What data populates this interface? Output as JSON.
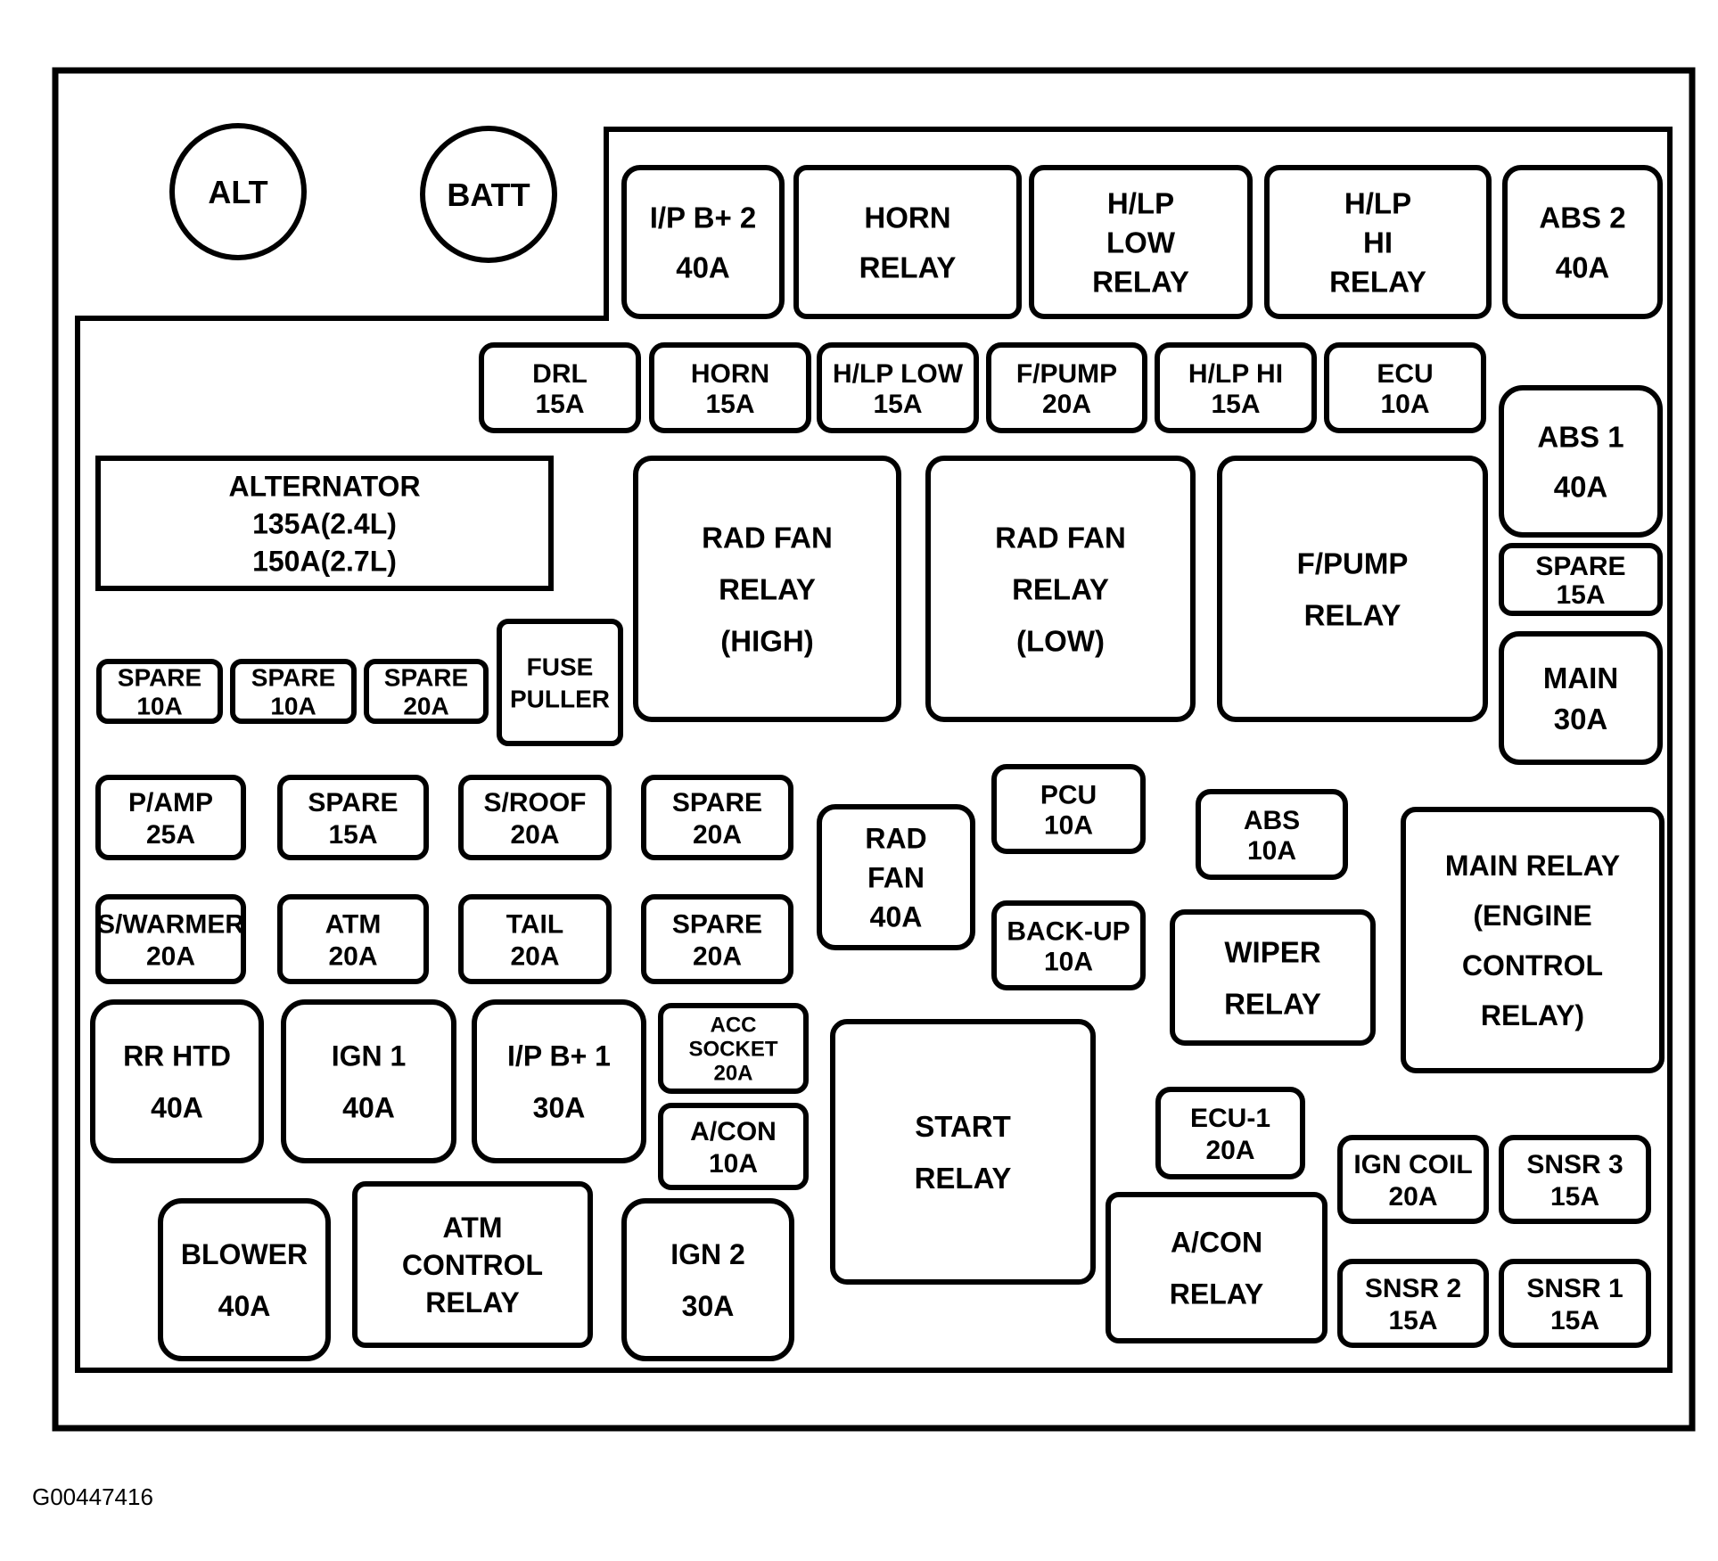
{
  "figure_id": "G00447416",
  "terminals": [
    {
      "id": "alt",
      "lines": [
        "ALT"
      ]
    },
    {
      "id": "batt",
      "lines": [
        "BATT"
      ]
    }
  ],
  "components": [
    {
      "id": "ip-b-2",
      "lines": [
        "I/P B+ 2",
        "40A"
      ]
    },
    {
      "id": "horn-relay",
      "lines": [
        "HORN",
        "RELAY"
      ]
    },
    {
      "id": "hlp-low-relay",
      "lines": [
        "H/LP",
        "LOW",
        "RELAY"
      ]
    },
    {
      "id": "hlp-hi-relay",
      "lines": [
        "H/LP",
        "HI",
        "RELAY"
      ]
    },
    {
      "id": "abs-2",
      "lines": [
        "ABS 2",
        "40A"
      ]
    },
    {
      "id": "drl",
      "lines": [
        "DRL",
        "15A"
      ]
    },
    {
      "id": "horn-fuse",
      "lines": [
        "HORN",
        "15A"
      ]
    },
    {
      "id": "hlp-low-fuse",
      "lines": [
        "H/LP LOW",
        "15A"
      ]
    },
    {
      "id": "fpump-fuse",
      "lines": [
        "F/PUMP",
        "20A"
      ]
    },
    {
      "id": "hlp-hi-fuse",
      "lines": [
        "H/LP HI",
        "15A"
      ]
    },
    {
      "id": "ecu",
      "lines": [
        "ECU",
        "10A"
      ]
    },
    {
      "id": "abs-1",
      "lines": [
        "ABS 1",
        "40A"
      ]
    },
    {
      "id": "alternator",
      "lines": [
        "ALTERNATOR",
        "135A(2.4L)",
        "150A(2.7L)"
      ]
    },
    {
      "id": "rad-fan-relay-high",
      "lines": [
        "RAD FAN",
        "RELAY",
        "(HIGH)"
      ]
    },
    {
      "id": "rad-fan-relay-low",
      "lines": [
        "RAD FAN",
        "RELAY",
        "(LOW)"
      ]
    },
    {
      "id": "fpump-relay",
      "lines": [
        "F/PUMP",
        "RELAY"
      ]
    },
    {
      "id": "spare-15a-right",
      "lines": [
        "SPARE",
        "15A"
      ]
    },
    {
      "id": "spare-10a-1",
      "lines": [
        "SPARE",
        "10A"
      ]
    },
    {
      "id": "spare-10a-2",
      "lines": [
        "SPARE",
        "10A"
      ]
    },
    {
      "id": "spare-20a-top",
      "lines": [
        "SPARE",
        "20A"
      ]
    },
    {
      "id": "fuse-puller",
      "lines": [
        "FUSE",
        "PULLER"
      ]
    },
    {
      "id": "main-30a",
      "lines": [
        "MAIN",
        "30A"
      ]
    },
    {
      "id": "pamp",
      "lines": [
        "P/AMP",
        "25A"
      ]
    },
    {
      "id": "spare-15a-left",
      "lines": [
        "SPARE",
        "15A"
      ]
    },
    {
      "id": "sroof",
      "lines": [
        "S/ROOF",
        "20A"
      ]
    },
    {
      "id": "spare-20a-row1",
      "lines": [
        "SPARE",
        "20A"
      ]
    },
    {
      "id": "pcu",
      "lines": [
        "PCU",
        "10A"
      ]
    },
    {
      "id": "abs-10a",
      "lines": [
        "ABS",
        "10A"
      ]
    },
    {
      "id": "rad-fan",
      "lines": [
        "RAD",
        "FAN",
        "40A"
      ]
    },
    {
      "id": "main-relay",
      "lines": [
        "MAIN RELAY",
        "(ENGINE",
        "CONTROL",
        "RELAY)"
      ]
    },
    {
      "id": "swarmer",
      "lines": [
        "S/WARMER",
        "20A"
      ]
    },
    {
      "id": "atm-20a",
      "lines": [
        "ATM",
        "20A"
      ]
    },
    {
      "id": "tail",
      "lines": [
        "TAIL",
        "20A"
      ]
    },
    {
      "id": "spare-20a-row2",
      "lines": [
        "SPARE",
        "20A"
      ]
    },
    {
      "id": "back-up",
      "lines": [
        "BACK-UP",
        "10A"
      ]
    },
    {
      "id": "wiper-relay",
      "lines": [
        "WIPER",
        "RELAY"
      ]
    },
    {
      "id": "rr-htd",
      "lines": [
        "RR HTD",
        "40A"
      ]
    },
    {
      "id": "ign-1",
      "lines": [
        "IGN 1",
        "40A"
      ]
    },
    {
      "id": "ip-b-1",
      "lines": [
        "I/P B+ 1",
        "30A"
      ]
    },
    {
      "id": "acc-socket",
      "lines": [
        "ACC",
        "SOCKET",
        "20A"
      ]
    },
    {
      "id": "acon-fuse",
      "lines": [
        "A/CON",
        "10A"
      ]
    },
    {
      "id": "start-relay",
      "lines": [
        "START",
        "RELAY"
      ]
    },
    {
      "id": "ecu-1",
      "lines": [
        "ECU-1",
        "20A"
      ]
    },
    {
      "id": "ign-coil",
      "lines": [
        "IGN COIL",
        "20A"
      ]
    },
    {
      "id": "snsr-3",
      "lines": [
        "SNSR 3",
        "15A"
      ]
    },
    {
      "id": "blower",
      "lines": [
        "BLOWER",
        "40A"
      ]
    },
    {
      "id": "atm-control-relay",
      "lines": [
        "ATM",
        "CONTROL",
        "RELAY"
      ]
    },
    {
      "id": "ign-2",
      "lines": [
        "IGN 2",
        "30A"
      ]
    },
    {
      "id": "acon-relay",
      "lines": [
        "A/CON",
        "RELAY"
      ]
    },
    {
      "id": "snsr-2",
      "lines": [
        "SNSR 2",
        "15A"
      ]
    },
    {
      "id": "snsr-1",
      "lines": [
        "SNSR 1",
        "15A"
      ]
    }
  ]
}
